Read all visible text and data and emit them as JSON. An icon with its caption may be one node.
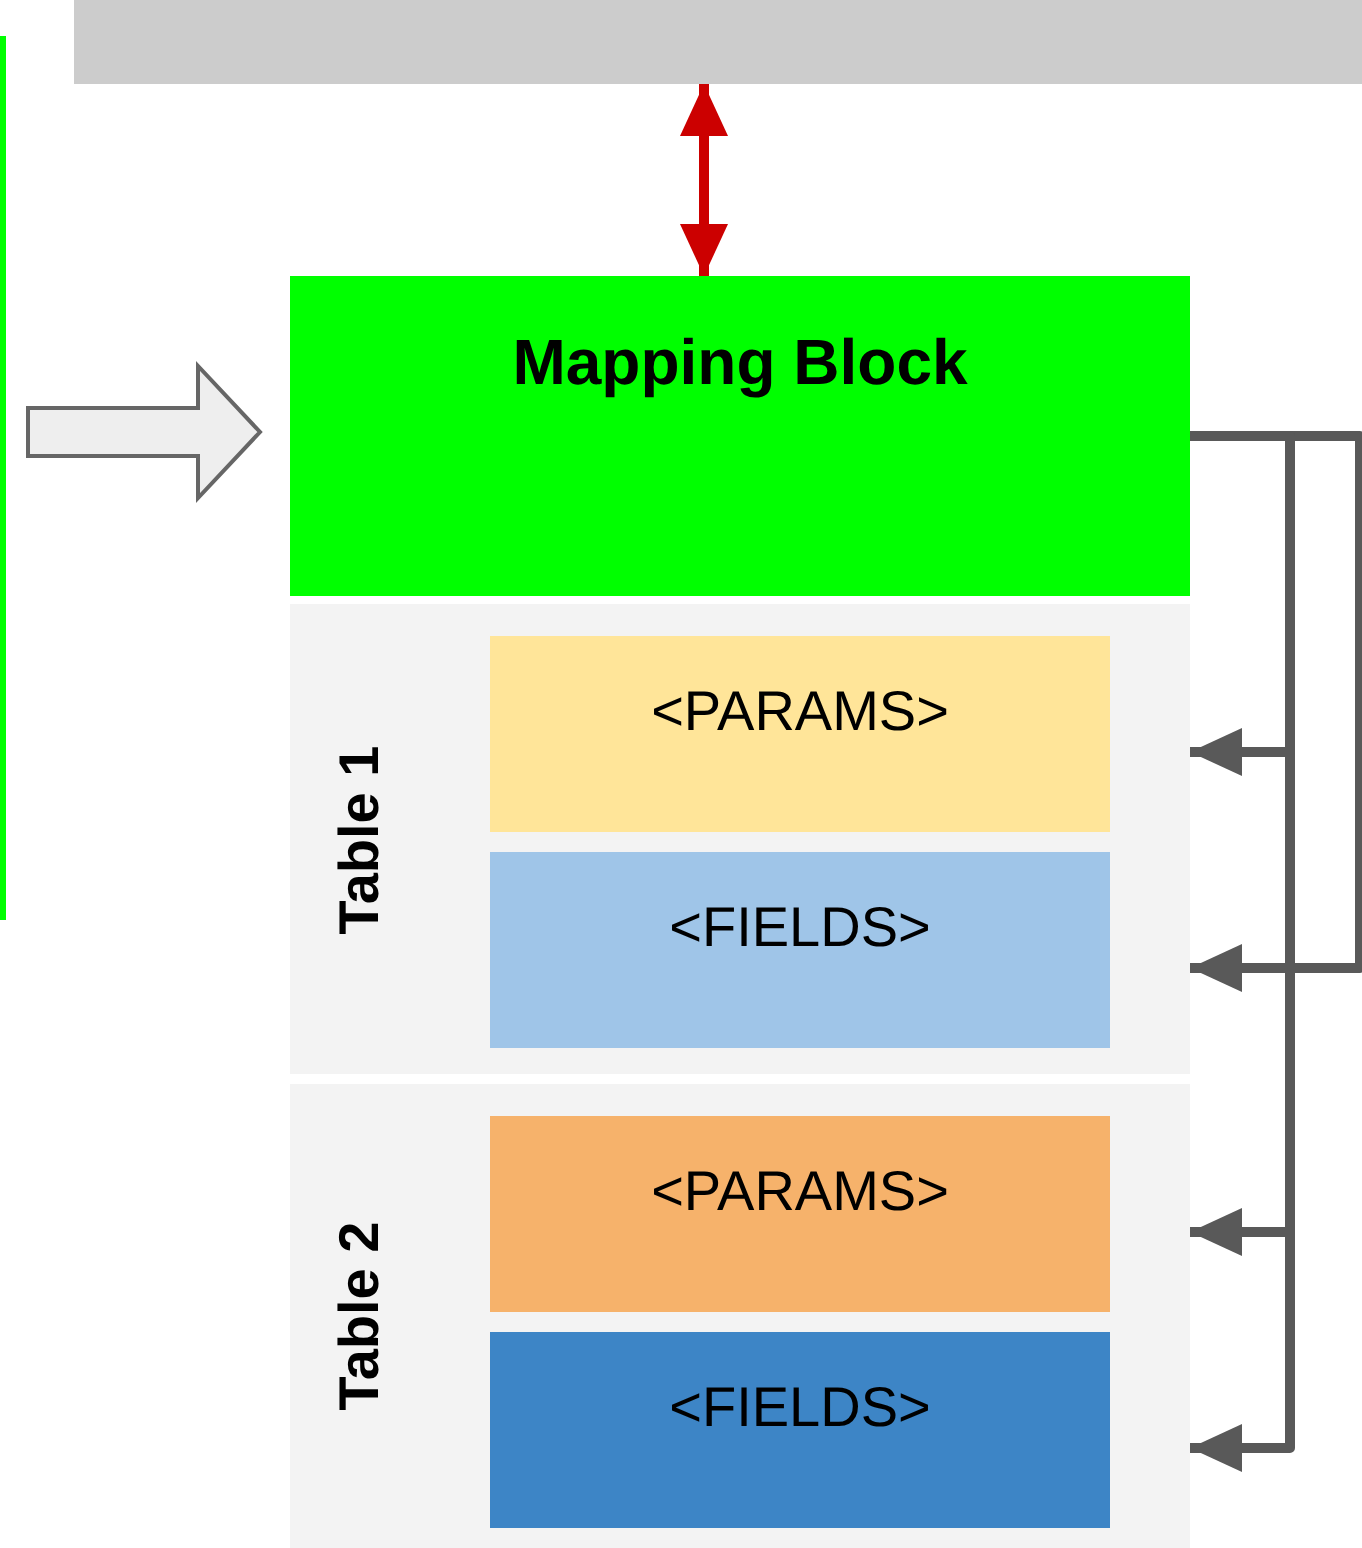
{
  "diagram": {
    "nodes": [
      {
        "text": [],
        "shape": "bar"
      },
      {
        "text": [],
        "shape": "box"
      },
      {
        "text": [
          "Mapping Block"
        ]
      },
      {
        "text": [
          "Table 1"
        ]
      },
      {
        "text": [
          "<PARAMS>"
        ],
        "in": 3
      },
      {
        "text": [
          "<FIELDS>"
        ],
        "in": 3
      },
      {
        "text": [
          "Table 2"
        ]
      },
      {
        "text": [
          "<PARAMS>"
        ],
        "in": 6
      },
      {
        "text": [
          "<FIELDS>"
        ],
        "in": 6
      }
    ],
    "edges": [
      {
        "from": 0,
        "to": 2,
        "arrow": "both",
        "color": "#cc0000"
      },
      {
        "from": 1,
        "to": 2,
        "arrow": "to",
        "style": "thick",
        "color": "#eeeeee"
      },
      {
        "from": 2,
        "to": 4,
        "arrow": "to"
      },
      {
        "from": 2,
        "to": 5,
        "arrow": "to"
      },
      {
        "from": 2,
        "to": 7,
        "arrow": "to"
      },
      {
        "from": 2,
        "to": 8,
        "arrow": "to"
      }
    ]
  }
}
